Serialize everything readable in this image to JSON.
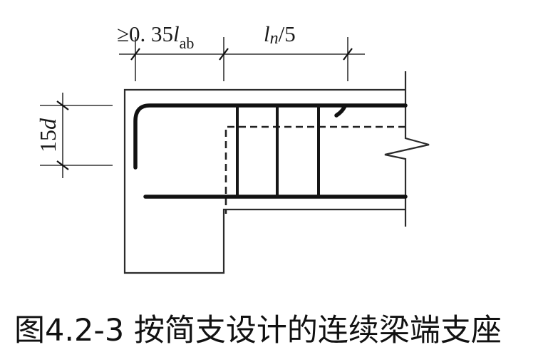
{
  "figure": {
    "dimensions": {
      "anchorage": {
        "prefix": "≥0. 35",
        "symbol": "l",
        "subscript": "ab"
      },
      "stirrup_zone": {
        "symbol": "l",
        "subscript": "n",
        "suffix": "/5"
      },
      "hook_length": {
        "value": "15",
        "symbol": "d"
      }
    },
    "elements": {
      "column": "support-column",
      "beam": "continuous-beam",
      "top_bar": "top-longitudinal-bar-with-90-degree-hook",
      "bottom_bar": "bottom-longitudinal-bar",
      "stirrups": 3,
      "dashed_outline": "column-reinforcement",
      "break_symbol": "beam-continues"
    },
    "colors": {
      "line": "#111111",
      "background": "#ffffff"
    }
  },
  "caption": {
    "figure_number": "图4.2-3",
    "title": "按简支设计的连续梁端支座"
  }
}
